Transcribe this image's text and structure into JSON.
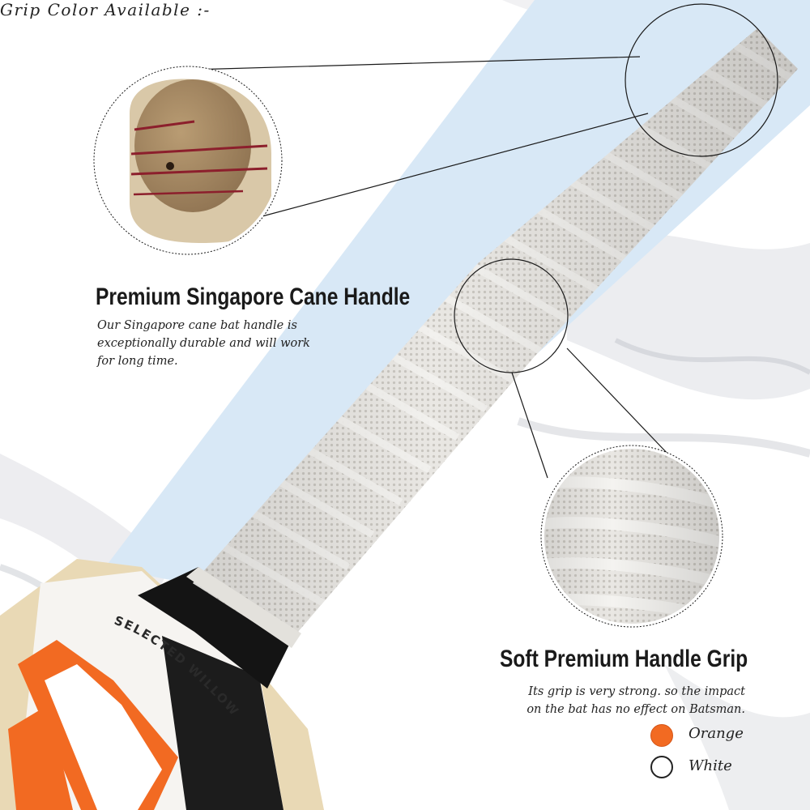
{
  "features": {
    "cane_handle": {
      "title": "Premium Singapore Cane Handle",
      "description_lines": [
        "Our Singapore cane bat handle is",
        "exceptionally durable and will work",
        "for long time."
      ]
    },
    "handle_grip": {
      "title": "Soft Premium Handle Grip",
      "description_lines": [
        "Its grip is very strong. so the impact",
        "on the bat has no effect on Batsman."
      ]
    }
  },
  "grip_colors": {
    "label": "Grip Color Available :-",
    "options": [
      {
        "name": "Orange",
        "color": "#f26a22"
      },
      {
        "name": "White",
        "color": "#ffffff"
      }
    ]
  },
  "bat_sticker": {
    "text": "SELECTED WILLOW",
    "accent_color": "#f26a22"
  },
  "colors": {
    "light_blue_band": "#d8e8f6",
    "grip_white": "#eceae6",
    "willow": "#e9d9b5",
    "cane_wood": "#a88a62",
    "cane_stripe": "#8c1f2c"
  }
}
